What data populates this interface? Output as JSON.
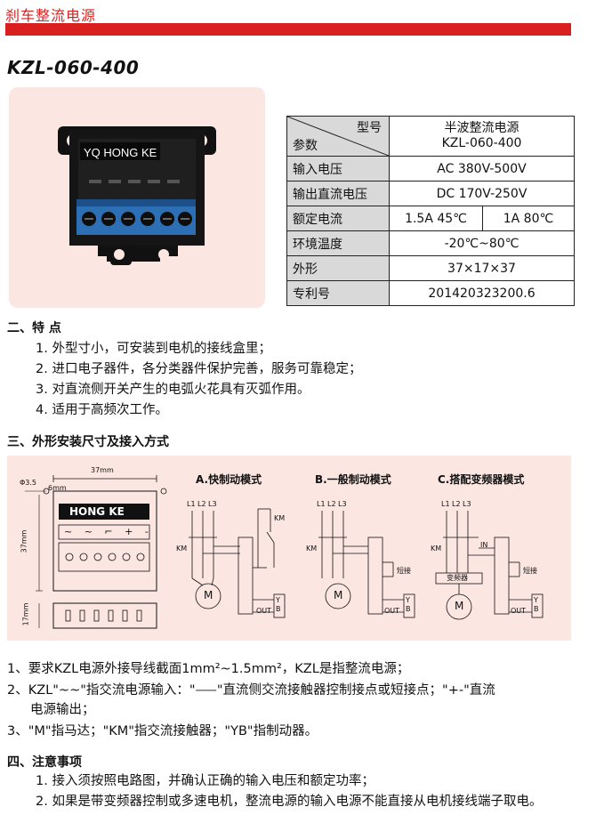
{
  "header": {
    "title": "刹车整流电源"
  },
  "model": "KZL-060-400",
  "photo": {
    "brand": "YQ HONG KE"
  },
  "spec_table": {
    "corner_top": "型号",
    "corner_bottom": "参数",
    "head_value_line1": "半波整流电源",
    "head_value_line2": "KZL-060-400",
    "rows": [
      {
        "label": "输入电压",
        "value": "AC 380V-500V"
      },
      {
        "label": "输出直流电压",
        "value": "DC 170V-250V"
      },
      {
        "label": "额定电流",
        "value_a": "1.5A  45℃",
        "value_b": "1A  80℃"
      },
      {
        "label": "环境温度",
        "value": "-20℃~80℃"
      },
      {
        "label": "外形",
        "value": "37×17×37"
      },
      {
        "label": "专利号",
        "value": "201420323200.6"
      }
    ]
  },
  "features": {
    "title": "二、特 点",
    "items": [
      "1. 外型寸小，可安装到电机的接线盒里；",
      "2. 进口电子器件，各分类器件保护完善，服务可靠稳定；",
      "3. 对直流侧开关产生的电弧火花具有灭弧作用。",
      "4. 适用于高频次工作。"
    ]
  },
  "install": {
    "title": "三、外形安装尺寸及接入方式",
    "dim_width": "37mm",
    "dim_height": "37mm",
    "dim_depth": "17mm",
    "dim_hole": "Φ3.5",
    "dim_offset": "6mm",
    "module_label": "HONG  KE",
    "module_symbols": "~ ~ ⌐ + -",
    "modes": [
      {
        "title": "A.快制动模式",
        "km": "KM"
      },
      {
        "title": "B.一般制动模式",
        "short": "短接"
      },
      {
        "title": "C.搭配变频器模式",
        "inverter": "变频器",
        "short": "短接",
        "in": "IN"
      }
    ],
    "phases": [
      "L1",
      "L2",
      "L3"
    ],
    "km": "KM",
    "motor": "M",
    "out": "OUT",
    "yb": "Y\nB"
  },
  "notes": [
    "1、要求KZL电源外接导线截面1mm²~1.5mm²，KZL是指整流电源；",
    "2、KZL\"~~\"指交流电源输入：\"⸺\"直流侧交流接触器控制接点或短接点；\"+-\"直流",
    "电源输出；",
    "3、\"M\"指马达；\"KM\"指交流接触器；\"YB\"指制动器。"
  ],
  "cautions": {
    "title": "四、注意事项",
    "items": [
      "1. 接入须按照电路图，并确认正确的输入电压和额定功率；",
      "2. 如果是带变频器控制或多速电机，整流电源的输入电源不能直接从电机接线端子取电。"
    ]
  }
}
